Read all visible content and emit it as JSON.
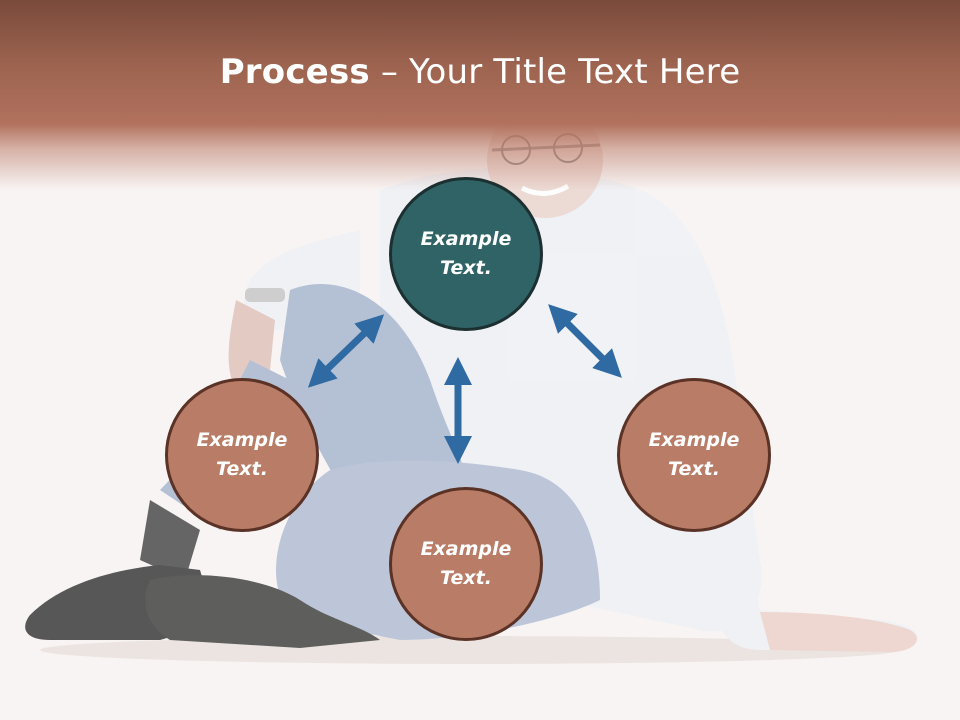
{
  "slide": {
    "title_bold": "Process",
    "title_rest": " – Your Title Text Here"
  },
  "nodes": {
    "top": {
      "line1": "Example",
      "line2": "Text."
    },
    "left": {
      "line1": "Example",
      "line2": "Text."
    },
    "bottom": {
      "line1": "Example",
      "line2": "Text."
    },
    "right": {
      "line1": "Example",
      "line2": "Text."
    }
  },
  "colors": {
    "header": "#9d6450",
    "circle_fill": "#b97c66",
    "center_fill": "#306366",
    "arrow": "#2f6aa3"
  }
}
